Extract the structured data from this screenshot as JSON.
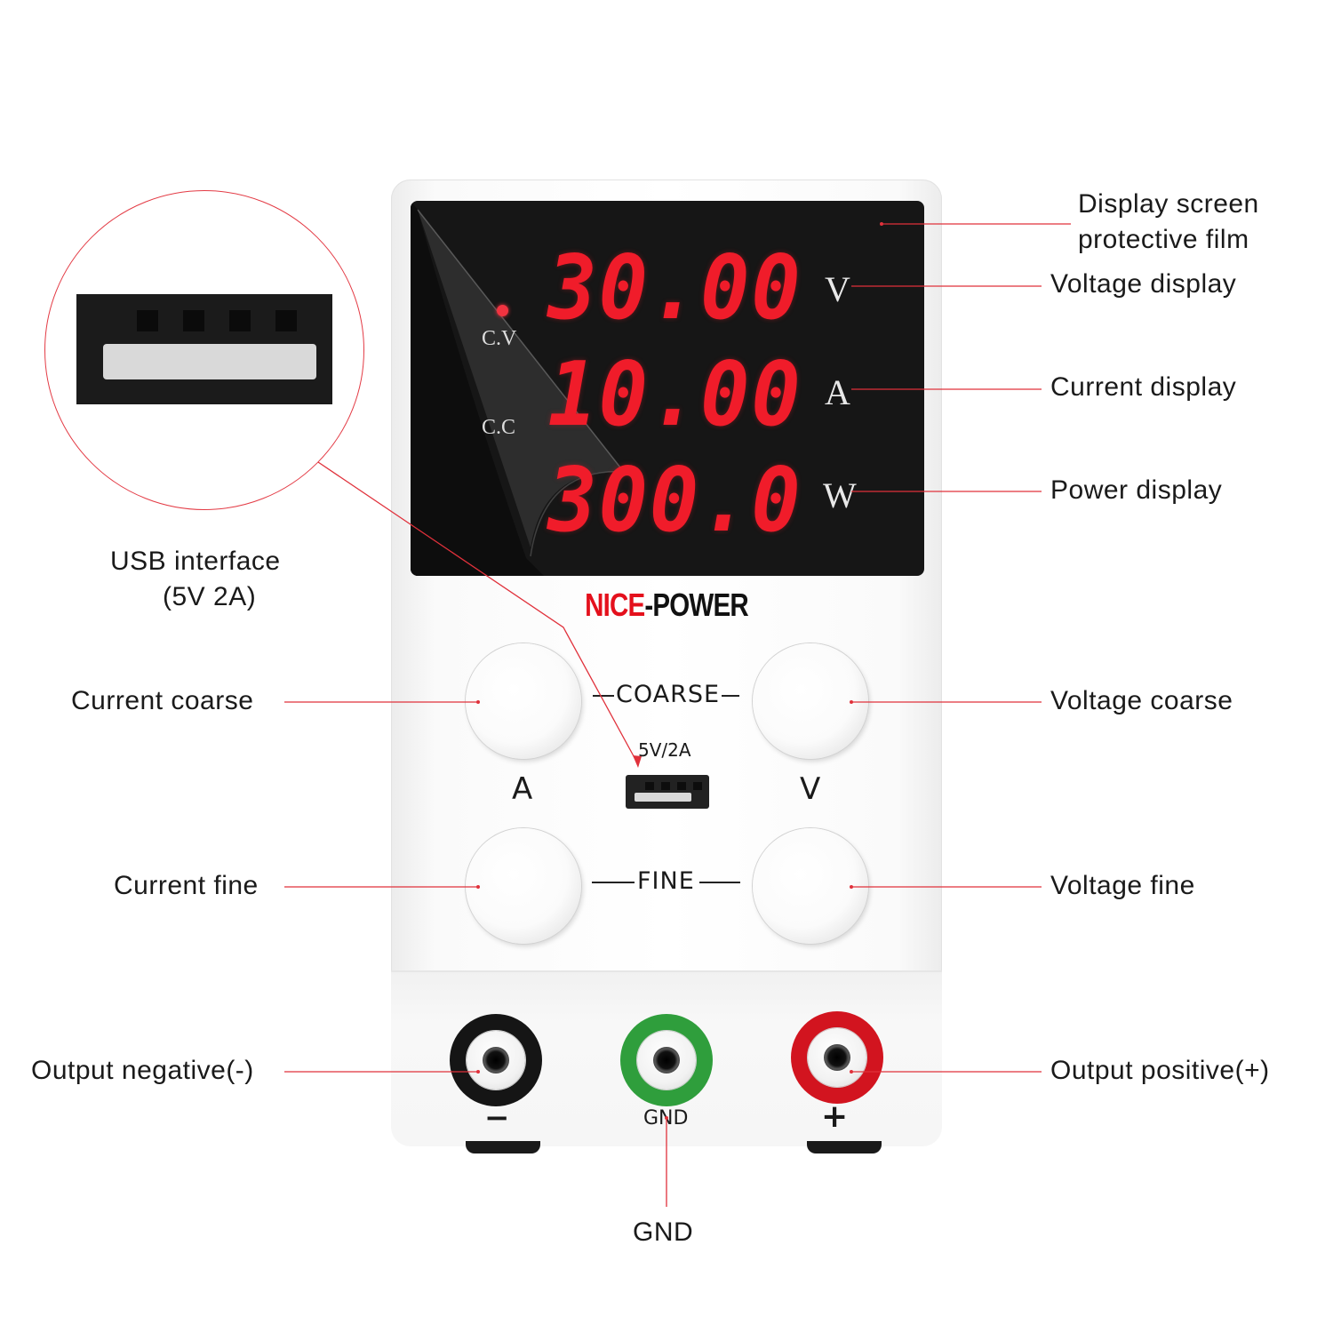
{
  "display": {
    "voltage": "30.00",
    "current": "10.00",
    "power": "300.0",
    "unit_v": "V",
    "unit_a": "A",
    "unit_w": "W",
    "mode_cv": "C.V",
    "mode_cc": "C.C"
  },
  "brand": {
    "part1": "NICE",
    "part2": "-POWER"
  },
  "panel": {
    "coarse": "COARSE",
    "fine": "FINE",
    "usb_rating": "5V/2A",
    "knob_a": "A",
    "knob_v": "V",
    "term_neg": "−",
    "term_gnd": "GND",
    "term_pos": "+"
  },
  "labels": {
    "film_line1": "Display screen",
    "film_line2": "protective film",
    "voltage_display": "Voltage display",
    "current_display": "Current display",
    "power_display": "Power display",
    "usb_line1": "USB interface",
    "usb_line2": "(5V 2A)",
    "current_coarse": "Current coarse",
    "voltage_coarse": "Voltage coarse",
    "current_fine": "Current fine",
    "voltage_fine": "Voltage fine",
    "output_negative": "Output negative(-)",
    "output_positive": "Output positive(+)",
    "gnd": "GND"
  },
  "colors": {
    "leader": "#e0313b",
    "digits": "#f01c2a",
    "terminal_negative": "#151515",
    "terminal_gnd": "#2f9e3c",
    "terminal_positive": "#d2141f"
  }
}
